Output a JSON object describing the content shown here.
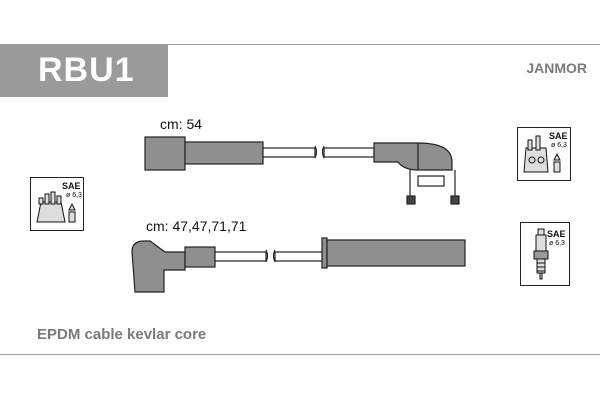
{
  "header": {
    "part_code": "RBU1",
    "brand": "JANMOR"
  },
  "cables": [
    {
      "length_label": "cm: 54"
    },
    {
      "length_label": "cm: 47,47,71,71"
    }
  ],
  "badges": {
    "distributor_left": {
      "standard": "SAE",
      "diameter": "ø 6,3"
    },
    "distributor_right": {
      "standard": "SAE",
      "diameter": "ø 6,3"
    },
    "spark_plug": {
      "standard": "SAE",
      "diameter": "ø 6,3"
    }
  },
  "footer": {
    "description": "EPDM cable kevlar core"
  }
}
